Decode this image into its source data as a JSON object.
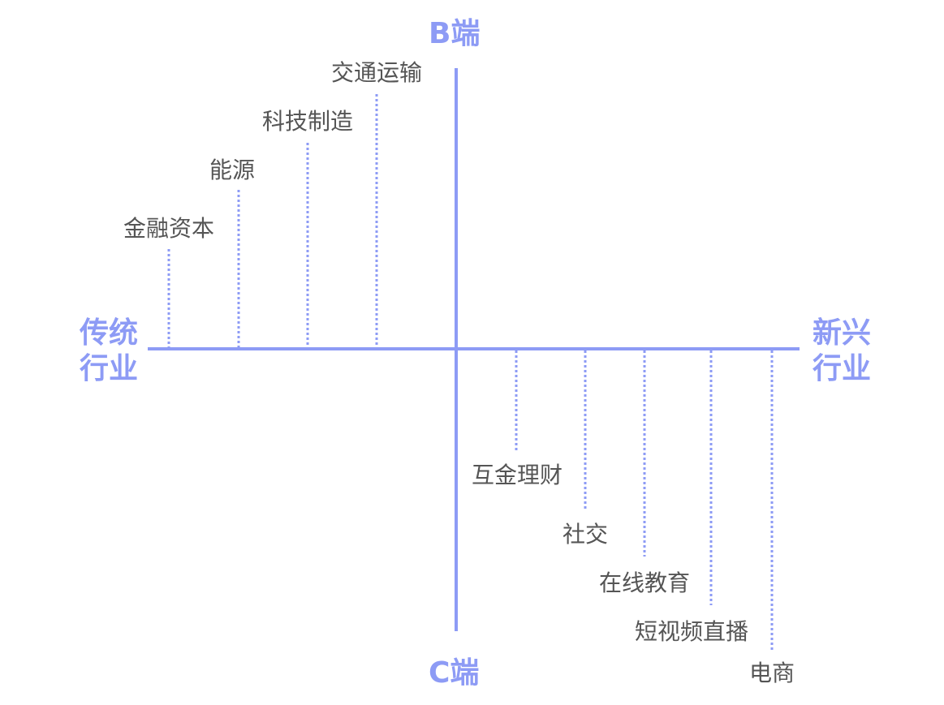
{
  "axes": {
    "top": "B端",
    "bottom": "C端",
    "left": "传统行业",
    "right": "新兴行业"
  },
  "traditional_industries": [
    {
      "label": "金融资本",
      "level": 1
    },
    {
      "label": "能源",
      "level": 2
    },
    {
      "label": "科技制造",
      "level": 3
    },
    {
      "label": "交通运输",
      "level": 4
    }
  ],
  "emerging_industries": [
    {
      "label": "互金理财",
      "level": 1
    },
    {
      "label": "社交",
      "level": 2
    },
    {
      "label": "在线教育",
      "level": 3
    },
    {
      "label": "短视频直播",
      "level": 4
    },
    {
      "label": "电商",
      "level": 5
    }
  ],
  "colors": {
    "axis": "#8d9bf5",
    "label": "#555555"
  }
}
